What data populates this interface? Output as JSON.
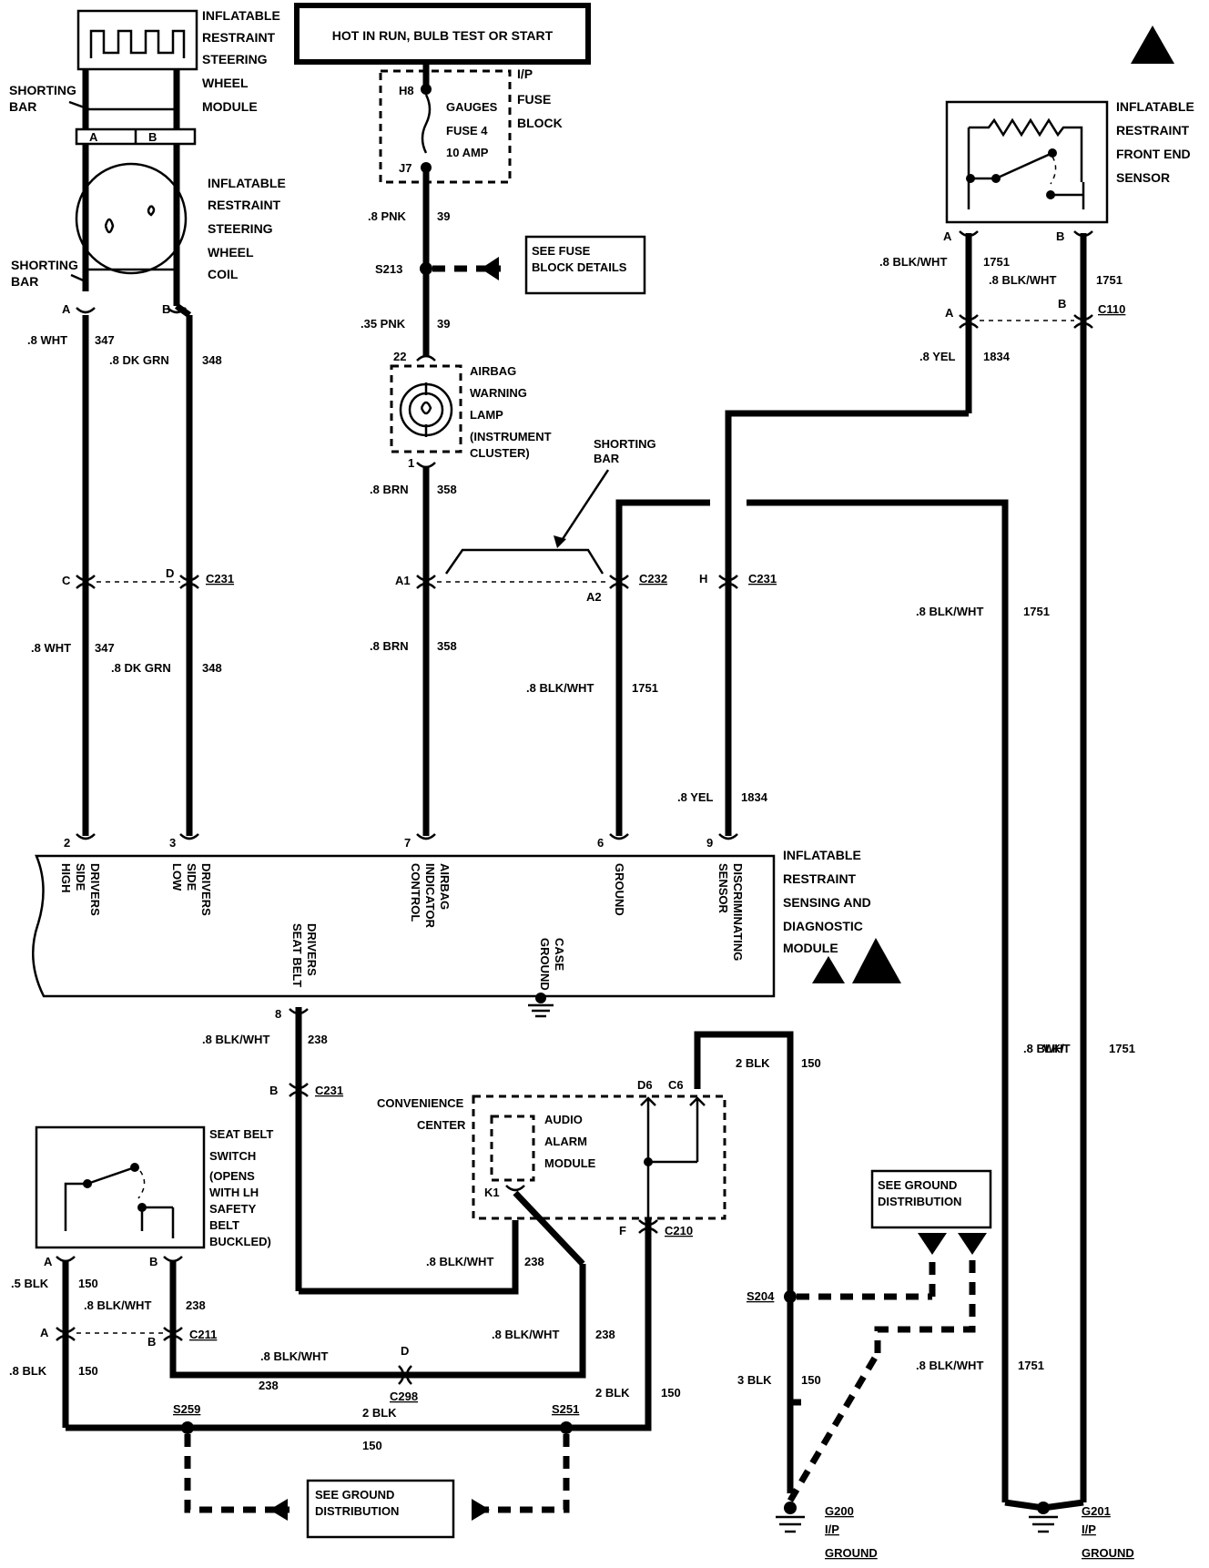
{
  "power_box": "HOT IN RUN, BULB TEST OR START",
  "fuse_block": {
    "title": [
      "I/P",
      "FUSE",
      "BLOCK"
    ],
    "fuse": [
      "GAUGES",
      "FUSE 4",
      "10 AMP"
    ],
    "pin_in": "H8",
    "pin_out": "J7",
    "splice": "S213",
    "ref": [
      "SEE FUSE",
      "BLOCK DETAILS"
    ]
  },
  "steering_module": {
    "title": [
      "INFLATABLE",
      "RESTRAINT",
      "STEERING",
      "WHEEL",
      "MODULE"
    ],
    "shorting_bar": [
      "SHORTING",
      "BAR"
    ],
    "pins": [
      "A",
      "B"
    ]
  },
  "steering_coil": {
    "title": [
      "INFLATABLE",
      "RESTRAINT",
      "STEERING",
      "WHEEL",
      "COIL"
    ],
    "shorting_bar": [
      "SHORTING",
      "BAR"
    ],
    "pins": [
      "A",
      "B"
    ]
  },
  "lamp": {
    "title": [
      "AIRBAG",
      "WARNING",
      "LAMP",
      "(INSTRUMENT",
      "CLUSTER)"
    ],
    "pin_top": "22",
    "pin_bottom": "1"
  },
  "shorting_bar_label": [
    "SHORTING",
    "BAR"
  ],
  "front_sensor": {
    "title": [
      "INFLATABLE",
      "RESTRAINT",
      "FRONT END",
      "SENSOR"
    ],
    "pins": [
      "A",
      "B"
    ]
  },
  "connectors": {
    "c110": {
      "name": "C110",
      "pins": [
        "A",
        "B"
      ]
    },
    "c231_left": {
      "name": "C231",
      "pins": [
        "C",
        "D"
      ]
    },
    "c232": {
      "name": "C232",
      "pins": [
        "A1",
        "A2"
      ]
    },
    "c231_right": {
      "name": "C231",
      "pin": "H"
    },
    "c231_belt": {
      "name": "C231",
      "pin": "B"
    },
    "c210": {
      "name": "C210",
      "pin": "F"
    },
    "c211": {
      "name": "C211",
      "pins": [
        "A",
        "B"
      ]
    },
    "c298": {
      "name": "C298",
      "pin": "D"
    }
  },
  "wires": {
    "w347_top": [
      ".8 WHT",
      "347"
    ],
    "w348_top": [
      ".8 DK GRN",
      "348"
    ],
    "w347_bot": [
      ".8 WHT",
      "347"
    ],
    "w348_bot": [
      ".8 DK GRN",
      "348"
    ],
    "w39_a": [
      ".8 PNK",
      "39"
    ],
    "w39_b": [
      ".35 PNK",
      "39"
    ],
    "w358_a": [
      ".8 BRN",
      "358"
    ],
    "w358_b": [
      ".8 BRN",
      "358"
    ],
    "w1751_sensA": [
      ".8 BLK/WHT",
      "1751"
    ],
    "w1751_sensB": [
      ".8 BLK/WHT",
      "1751"
    ],
    "w1834_top": [
      ".8 YEL",
      "1834"
    ],
    "w1751_mid": [
      ".8 BLK/WHT",
      "1751"
    ],
    "w1751_gnd": [
      ".8 BLK/WHT",
      "1751"
    ],
    "w1834_bot": [
      ".8 YEL",
      "1834"
    ],
    "w1751_right": [
      ".8 BLK/",
      "WHT",
      "1751"
    ],
    "w1751_low": [
      ".8 BLK/WHT",
      "1751"
    ],
    "w238_a": [
      ".8 BLK/WHT",
      "238"
    ],
    "w150_c6": [
      "2 BLK",
      "150"
    ],
    "w238_k1": [
      ".8 BLK/WHT",
      "238"
    ],
    "w238_b": [
      ".8 BLK/WHT",
      "238"
    ],
    "w238_c": [
      ".8 BLK/WHT",
      "238"
    ],
    "w238_d": [
      ".8 BLK/WHT",
      "238"
    ],
    "w150_a": [
      ".5 BLK",
      "150"
    ],
    "w150_b": [
      ".8 BLK",
      "150"
    ],
    "w150_c": [
      "2 BLK",
      "150"
    ],
    "w150_d": [
      "2 BLK",
      "150"
    ],
    "w150_e": [
      "3 BLK",
      "150"
    ]
  },
  "sdm": {
    "title": [
      "INFLATABLE",
      "RESTRAINT",
      "SENSING AND",
      "DIAGNOSTIC",
      "MODULE"
    ],
    "pins": [
      {
        "num": "2",
        "label": [
          "DRIVERS",
          "SIDE",
          "HIGH"
        ]
      },
      {
        "num": "3",
        "label": [
          "DRIVERS",
          "SIDE",
          "LOW"
        ]
      },
      {
        "num": "7",
        "label": [
          "AIRBAG",
          "INDICATOR",
          "CONTROL"
        ]
      },
      {
        "num": "6",
        "label": [
          "GROUND"
        ]
      },
      {
        "num": "9",
        "label": [
          "DISCRIMINATING",
          "SENSOR"
        ]
      }
    ],
    "bottom_pin": {
      "num": "8",
      "label": [
        "DRIVERS",
        "SEAT BELT"
      ]
    },
    "case_ground": [
      "CASE",
      "GROUND"
    ]
  },
  "convenience": {
    "title": [
      "CONVENIENCE",
      "CENTER"
    ],
    "module": [
      "AUDIO",
      "ALARM",
      "MODULE"
    ],
    "pins": [
      "D6",
      "C6",
      "K1"
    ]
  },
  "seat_belt": {
    "title": [
      "SEAT BELT",
      "SWITCH",
      "(OPENS",
      "WITH LH",
      "SAFETY",
      "BELT",
      "BUCKLED)"
    ],
    "pins": [
      "A",
      "B"
    ]
  },
  "splices": [
    "S204",
    "S259",
    "S251"
  ],
  "ground_ref": [
    "SEE GROUND",
    "DISTRIBUTION"
  ],
  "grounds": {
    "g200": [
      "G200",
      "I/P",
      "GROUND"
    ],
    "g201": [
      "G201",
      "I/P",
      "GROUND"
    ]
  }
}
